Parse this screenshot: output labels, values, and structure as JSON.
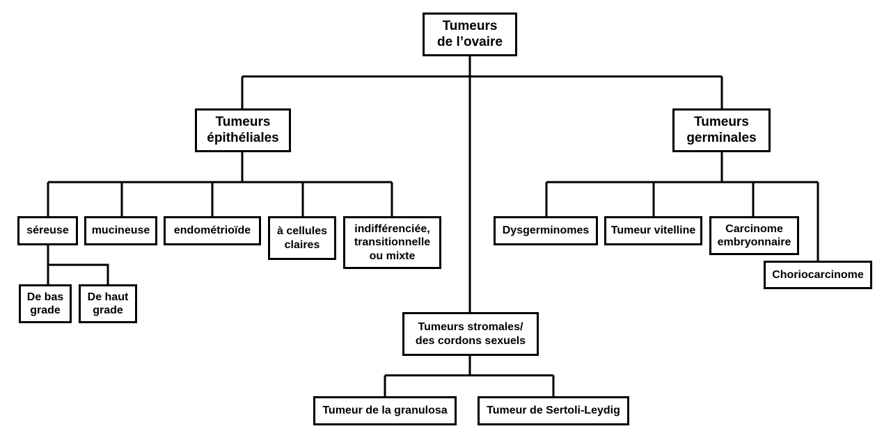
{
  "diagram": {
    "root": "Tumeurs\nde l’ovaire",
    "epithelial": "Tumeurs\népithéliales",
    "germinal": "Tumeurs\ngerminales",
    "stromal": "Tumeurs stromales/\ndes cordons sexuels",
    "sereuse": "séreuse",
    "mucineuse": "mucineuse",
    "endometrioide": "endométrioïde",
    "cellules_claires": "à cellules\nclaires",
    "indifferenciee": "indifférenciée,\ntransitionnelle\nou mixte",
    "bas_grade": "De bas\ngrade",
    "haut_grade": "De haut\ngrade",
    "dysgerminomes": "Dysgerminomes",
    "vitelline": "Tumeur vitelline",
    "carcinome_embryonnaire": "Carcinome\nembryonnaire",
    "choriocarcinome": "Choriocarcinome",
    "granulosa": "Tumeur de la granulosa",
    "sertoli_leydig": "Tumeur de Sertoli-Leydig"
  }
}
